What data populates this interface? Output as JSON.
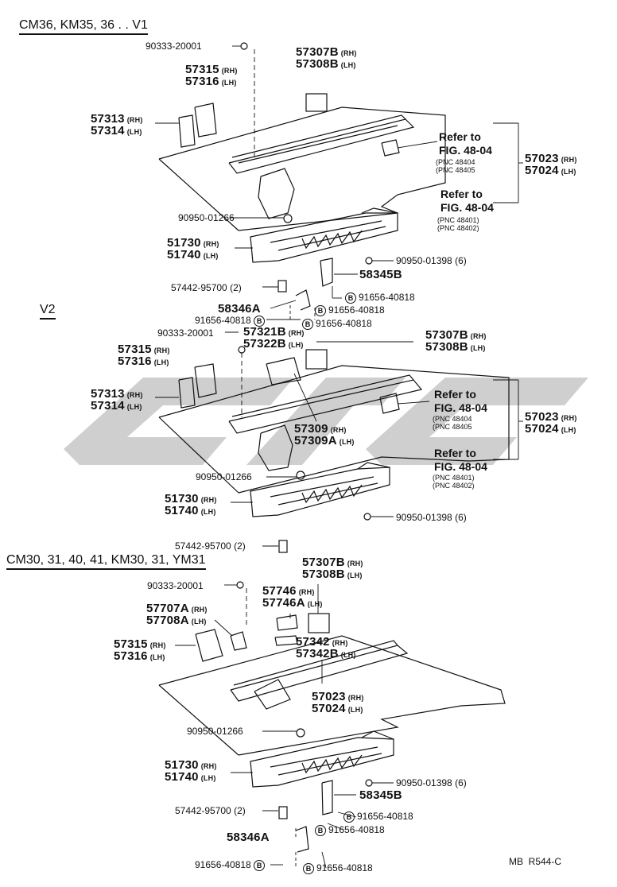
{
  "sections": {
    "v1_title": "CM36, KM35, 36 . . V1",
    "v2_title": "V2",
    "base_title": "CM30, 31, 40, 41, KM30, 31, YM31"
  },
  "side": {
    "rh": "(RH)",
    "lh": "(LH)"
  },
  "bolt_mark": "B",
  "refs": {
    "refer_to": "Refer to",
    "fig": "FIG. 48-04",
    "pnc_48404": "PNC 48404",
    "pnc_48405": "PNC 48405",
    "pnc_48401": "PNC 48401",
    "pnc_48402": "PNC 48402"
  },
  "v1": {
    "p90333": "90333-20001",
    "p57307B": "57307B",
    "p57308B": "57308B",
    "p57315": "57315",
    "p57316": "57316",
    "p57313": "57313",
    "p57314": "57314",
    "p57023": "57023",
    "p57024": "57024",
    "p90950_01266": "90950-01266",
    "p51730": "51730",
    "p51740": "51740",
    "p90950_01398": "90950-01398 (6)",
    "p58345B": "58345B",
    "p57442": "57442-95700 (2)",
    "p58346A": "58346A",
    "p91656_a": "91656-40818",
    "p91656_b": "91656-40818",
    "p91656_c": "91656-40818",
    "p91656_d": "91656-40818"
  },
  "v2": {
    "p90333": "90333-20001",
    "p57321B": "57321B",
    "p57322B": "57322B",
    "p57307B": "57307B",
    "p57308B": "57308B",
    "p57315": "57315",
    "p57316": "57316",
    "p57313": "57313",
    "p57314": "57314",
    "p57309": "57309",
    "p57309A": "57309A",
    "p57023": "57023",
    "p57024": "57024",
    "p90950_01266": "90950-01266",
    "p51730": "51730",
    "p51740": "51740",
    "p90950_01398": "90950-01398 (6)",
    "p57442": "57442-95700 (2)"
  },
  "base": {
    "p57307B": "57307B",
    "p57308B": "57308B",
    "p90333": "90333-20001",
    "p57746": "57746",
    "p57746A": "57746A",
    "p57707A": "57707A",
    "p57708A": "57708A",
    "p57315": "57315",
    "p57316": "57316",
    "p57342": "57342",
    "p57342B": "57342B",
    "p57023": "57023",
    "p57024": "57024",
    "p90950_01266": "90950-01266",
    "p51730": "51730",
    "p51740": "51740",
    "p90950_01398": "90950-01398 (6)",
    "p58345B": "58345B",
    "p57442": "57442-95700 (2)",
    "p91656_a": "91656-40818",
    "p91656_b": "91656-40818",
    "p58346A": "58346A",
    "p91656_c": "91656-40818",
    "p91656_d": "91656-40818"
  },
  "footer": {
    "mb": "MB",
    "code": "R544-C"
  },
  "colors": {
    "ink": "#111111",
    "watermark": "#c8c8c8"
  }
}
